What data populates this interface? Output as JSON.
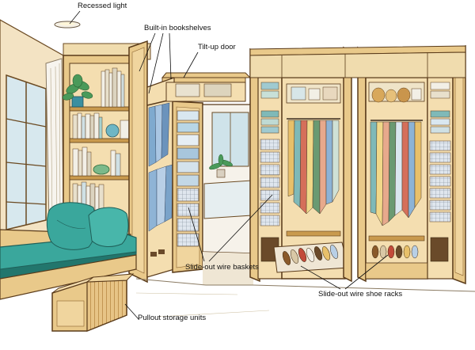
{
  "callouts": {
    "recessed_light": "Recessed light",
    "bookshelves": "Built-in bookshelves",
    "tiltup_door": "Tilt-up door",
    "wire_baskets": "Slide-out wire baskets",
    "shoe_racks": "Slide-out wire shoe racks",
    "storage_units": "Pullout storage units"
  },
  "colors": {
    "wood": "#e9c98a",
    "wood_dark": "#c99a4e",
    "wood_light": "#f4deb0",
    "outline": "#5a3b1a",
    "teal": "#3aa79c",
    "teal_dark": "#22766d",
    "window_blue": "#cfe3ea",
    "floor": "#e8dcc4"
  }
}
